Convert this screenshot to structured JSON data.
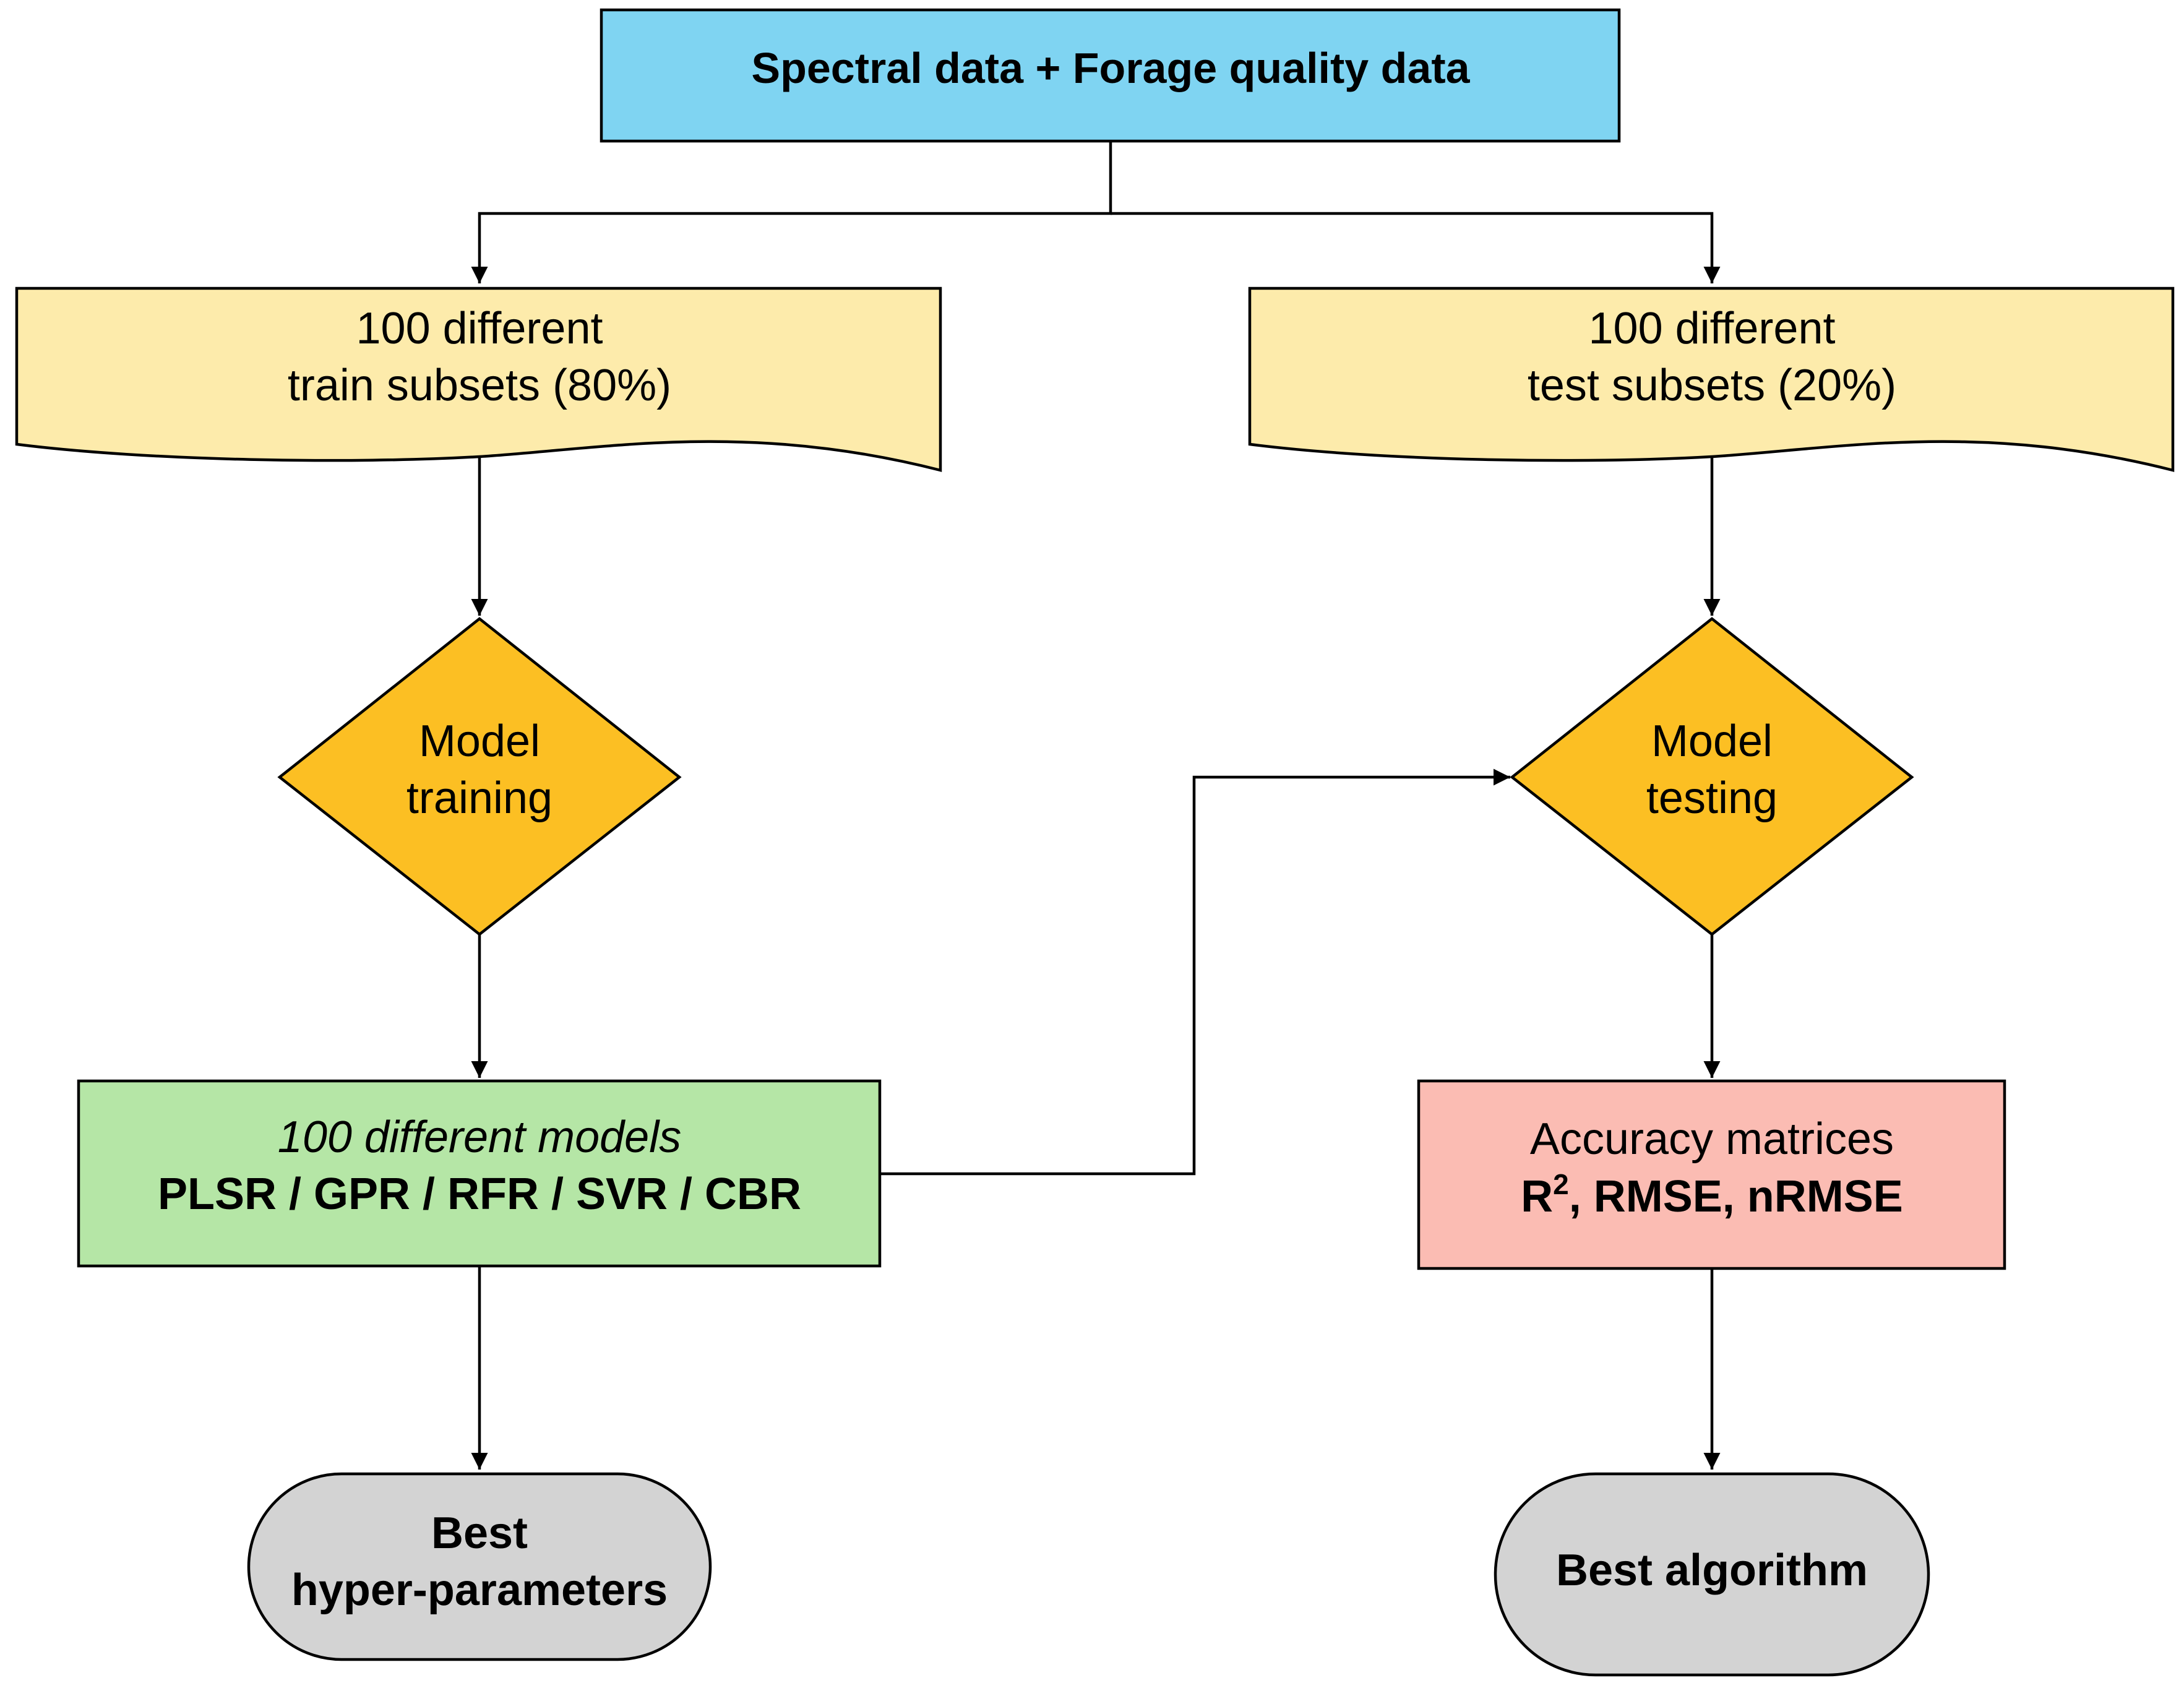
{
  "nodes": {
    "input": {
      "label": "Spectral data + Forage quality data",
      "fill": "#7fd4f2"
    },
    "train_subsets": {
      "line1": "100 different",
      "line2": "train subsets (80%)",
      "fill": "#fdebab"
    },
    "test_subsets": {
      "line1": "100 different",
      "line2": "test subsets (20%)",
      "fill": "#fdebab"
    },
    "model_training": {
      "line1": "Model",
      "line2": "training",
      "fill": "#fcbf23"
    },
    "model_testing": {
      "line1": "Model",
      "line2": "testing",
      "fill": "#fcbf23"
    },
    "models": {
      "line1": "100 different models",
      "line2": "PLSR / GPR / RFR / SVR / CBR",
      "fill": "#b5e6a6"
    },
    "accuracy": {
      "line1": "Accuracy matrices",
      "line2_base": "R",
      "line2_sup": "2",
      "line2_rest": ", RMSE, nRMSE",
      "fill": "#fbbcb3"
    },
    "best_hyper": {
      "line1": "Best",
      "line2": "hyper-parameters",
      "fill": "#d3d3d3"
    },
    "best_algorithm": {
      "label": "Best algorithm",
      "fill": "#d3d3d3"
    }
  },
  "edges": [
    {
      "from": "input",
      "to": "train_subsets"
    },
    {
      "from": "input",
      "to": "test_subsets"
    },
    {
      "from": "train_subsets",
      "to": "model_training"
    },
    {
      "from": "test_subsets",
      "to": "model_testing"
    },
    {
      "from": "model_training",
      "to": "models"
    },
    {
      "from": "models",
      "to": "model_testing"
    },
    {
      "from": "model_testing",
      "to": "accuracy"
    },
    {
      "from": "models",
      "to": "best_hyper"
    },
    {
      "from": "accuracy",
      "to": "best_algorithm"
    }
  ]
}
